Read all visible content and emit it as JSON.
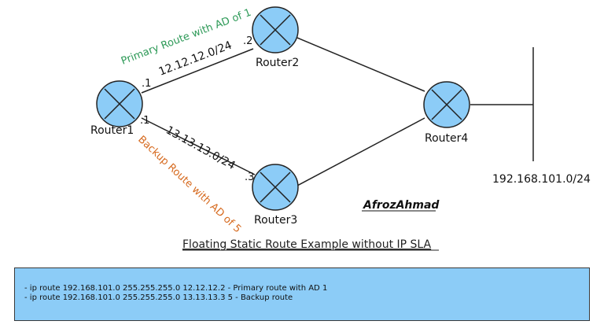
{
  "diagram": {
    "title": "Floating Static Route Example without IP SLA",
    "author": "AfrozAhmad",
    "routers": {
      "r1": {
        "label": "Router1",
        "if_r2": ".1",
        "if_r3": ".1"
      },
      "r2": {
        "label": "Router2",
        "if_r1": ".2"
      },
      "r3": {
        "label": "Router3",
        "if_r1": ".3"
      },
      "r4": {
        "label": "Router4"
      }
    },
    "links": {
      "r1_r2": {
        "subnet": "12.12.12.0/24",
        "note": "Primary Route with AD of 1"
      },
      "r1_r3": {
        "subnet": "13.13.13.0/24",
        "note": "Backup Route with AD of 5"
      }
    },
    "lan": {
      "subnet": "192.168.101.0/24"
    },
    "colors": {
      "router_fill": "#8cccf7",
      "primary_note": "#2e9a58",
      "backup_note": "#d66a1f",
      "config_box": "#8cccf7"
    },
    "config_lines": [
      "- ip route 192.168.101.0 255.255.255.0 12.12.12.2 - Primary route with AD 1",
      "- ip route 192.168.101.0 255.255.255.0 13.13.13.3 5 - Backup route"
    ]
  }
}
